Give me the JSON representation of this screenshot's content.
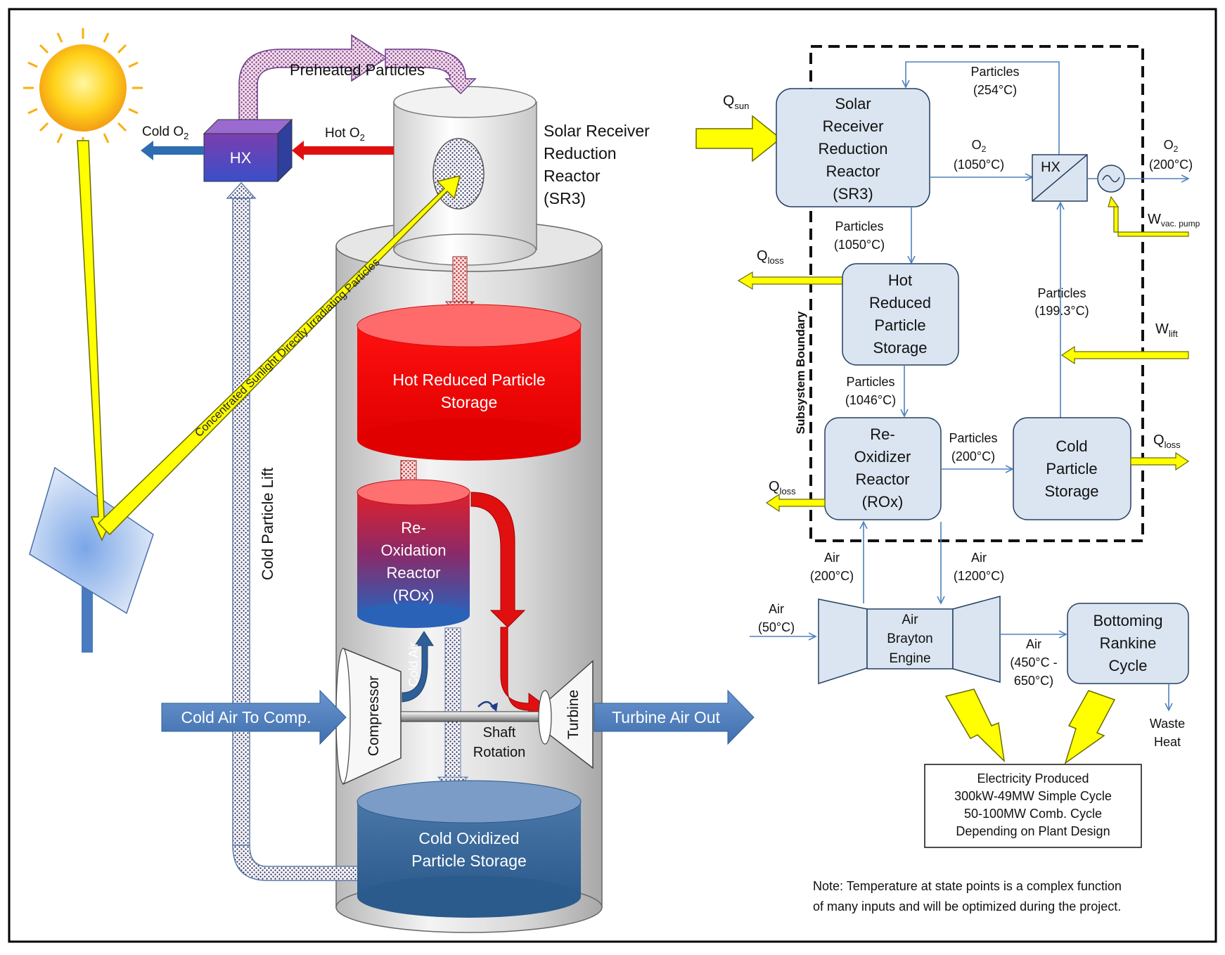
{
  "colors": {
    "frame": "#000000",
    "flow_line": "#4f81bd",
    "box_fill": "#dbe5f1",
    "box_stroke": "#243f60",
    "energy_yellow": "#ffff00",
    "hot_red": "#ff0000",
    "cold_blue": "#2e5c8a",
    "arrow_blue": "#4f81bd",
    "hx_purple": "#7030a0"
  },
  "left": {
    "sun": {
      "icon": "sun-icon"
    },
    "heliostat": {
      "icon": "heliostat-icon"
    },
    "preheated_particles": "Preheated Particles",
    "cold_o2": {
      "base": "Cold O",
      "sub": "2"
    },
    "hot_o2": {
      "base": "Hot O",
      "sub": "2"
    },
    "hx": "HX",
    "solar_receiver": [
      "Solar Receiver",
      "Reduction",
      "Reactor",
      "(SR3)"
    ],
    "sunlight": "Concentrated Sunlight Directly Irradiating Particles",
    "cold_particle_lift": "Cold Particle Lift",
    "hot_storage": [
      "Hot Reduced Particle",
      "Storage"
    ],
    "rox": [
      "Re-",
      "Oxidation",
      "Reactor",
      "(ROx)"
    ],
    "cold_air": "Cold Air",
    "compressor": "Compressor",
    "turbine": "Turbine",
    "shaft": [
      "Shaft",
      "Rotation"
    ],
    "cold_air_in": "Cold Air To Comp.",
    "turbine_air_out": "Turbine Air Out",
    "cold_storage": [
      "Cold Oxidized",
      "Particle Storage"
    ]
  },
  "right": {
    "q_sun": {
      "base": "Q",
      "sub": "sun"
    },
    "sr3": [
      "Solar",
      "Receiver",
      "Reduction",
      "Reactor",
      "(SR3)"
    ],
    "particles_254": [
      "Particles",
      "(254°C)"
    ],
    "o2_1050": {
      "base": "O",
      "sub": "2",
      "temp": "(1050°C)"
    },
    "hx": "HX",
    "o2_200": {
      "base": "O",
      "sub": "2",
      "temp": "(200°C)"
    },
    "w_vac_pump": {
      "base": "W",
      "sub": "vac. pump"
    },
    "particles_1050": [
      "Particles",
      "(1050°C)"
    ],
    "q_loss_1": {
      "base": "Q",
      "sub": "loss"
    },
    "hot_storage": [
      "Hot",
      "Reduced",
      "Particle",
      "Storage"
    ],
    "particles_199": [
      "Particles",
      "(199.3°C)"
    ],
    "w_lift": {
      "base": "W",
      "sub": "lift"
    },
    "subsystem_boundary": "Subsystem Boundary",
    "particles_1046": [
      "Particles",
      "(1046°C)"
    ],
    "rox": [
      "Re-",
      "Oxidizer",
      "Reactor",
      "(ROx)"
    ],
    "particles_200": [
      "Particles",
      "(200°C)"
    ],
    "cold_storage": [
      "Cold",
      "Particle",
      "Storage"
    ],
    "q_loss_2": {
      "base": "Q",
      "sub": "loss"
    },
    "q_loss_3": {
      "base": "Q",
      "sub": "loss"
    },
    "air_200": [
      "Air",
      "(200°C)"
    ],
    "air_1200": [
      "Air",
      "(1200°C)"
    ],
    "air_50": [
      "Air",
      "(50°C)"
    ],
    "brayton": [
      "Air",
      "Brayton",
      "Engine"
    ],
    "air_450": [
      "Air",
      "(450°C -",
      "650°C)"
    ],
    "rankine": [
      "Bottoming",
      "Rankine",
      "Cycle"
    ],
    "waste_heat": [
      "Waste",
      "Heat"
    ],
    "electricity": [
      "Electricity Produced",
      "300kW-49MW Simple Cycle",
      "50-100MW Comb. Cycle",
      "Depending on  Plant Design"
    ],
    "note": [
      "Note: Temperature at state points is a complex function",
      "of many inputs and will be optimized during the project."
    ]
  }
}
